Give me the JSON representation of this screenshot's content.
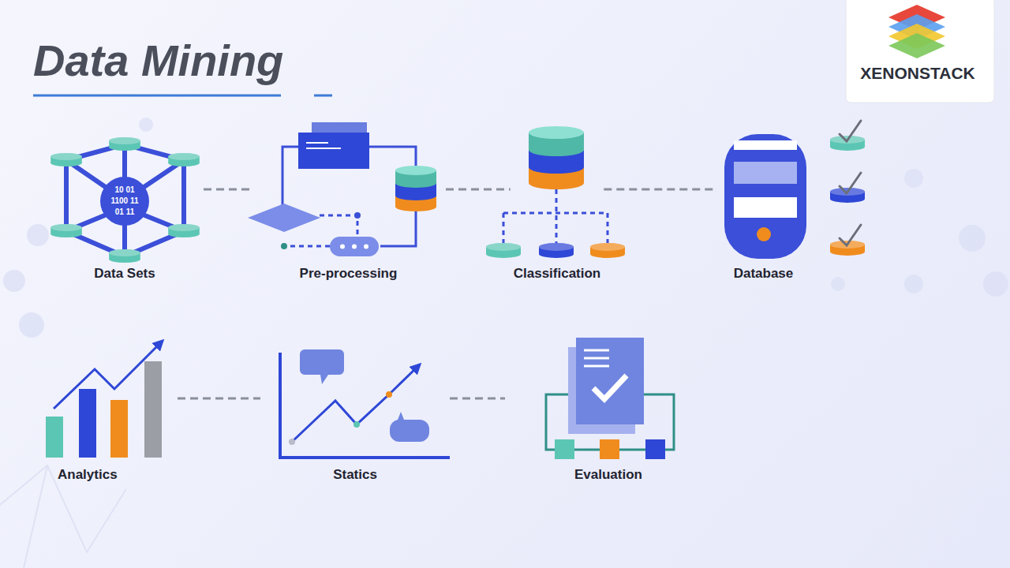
{
  "diagram": {
    "title": "Data Mining",
    "nodes": [
      {
        "text": [
          "Data Sets"
        ]
      },
      {
        "text": [
          "Pre-processing"
        ]
      },
      {
        "text": [
          "Classification"
        ]
      },
      {
        "text": [
          "Database"
        ]
      },
      {
        "text": [
          "Analytics"
        ]
      },
      {
        "text": [
          "Statics"
        ]
      },
      {
        "text": [
          "Evaluation"
        ]
      }
    ],
    "edges": [
      {
        "from": 0,
        "to": 1,
        "arrow": "none"
      },
      {
        "from": 1,
        "to": 2,
        "arrow": "none"
      },
      {
        "from": 2,
        "to": 3,
        "arrow": "none"
      },
      {
        "from": 4,
        "to": 5,
        "arrow": "none"
      },
      {
        "from": 5,
        "to": 6,
        "arrow": "none"
      }
    ],
    "labels": [
      "XENONSTACK",
      "10 01",
      "1100 11",
      "01 11"
    ]
  }
}
